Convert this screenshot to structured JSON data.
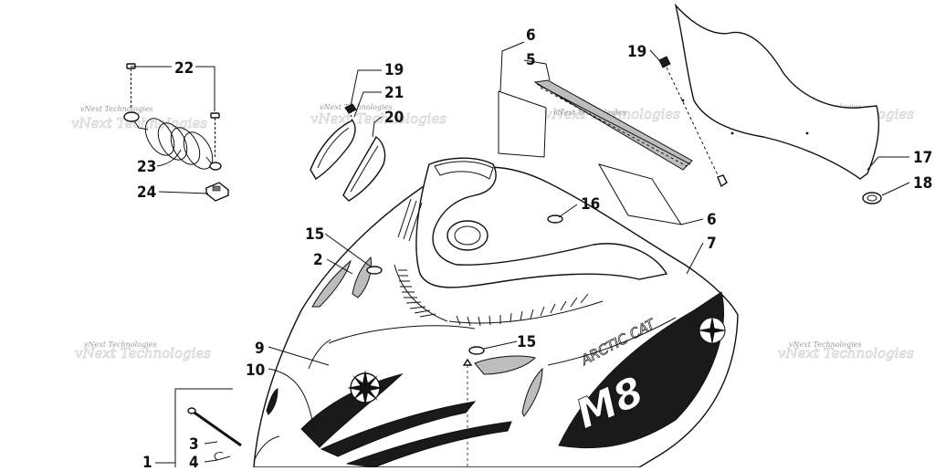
{
  "watermark": {
    "brand": "vNext Technologies"
  },
  "callouts": {
    "c1": "1",
    "c2": "2",
    "c3": "3",
    "c4": "4",
    "c5": "5",
    "c6a": "6",
    "c6b": "6",
    "c7": "7",
    "c9": "9",
    "c10": "10",
    "c15a": "15",
    "c15b": "15",
    "c16": "16",
    "c17": "17",
    "c18": "18",
    "c19a": "19",
    "c19b": "19",
    "c20": "20",
    "c21": "21",
    "c22": "22",
    "c23": "23",
    "c24": "24"
  },
  "decals": {
    "hood_brand": "ARCTIC CAT",
    "hood_model": "M8"
  },
  "colors": {
    "ink": "#111111",
    "watermark": "#9a9a9a",
    "background": "#ffffff"
  }
}
